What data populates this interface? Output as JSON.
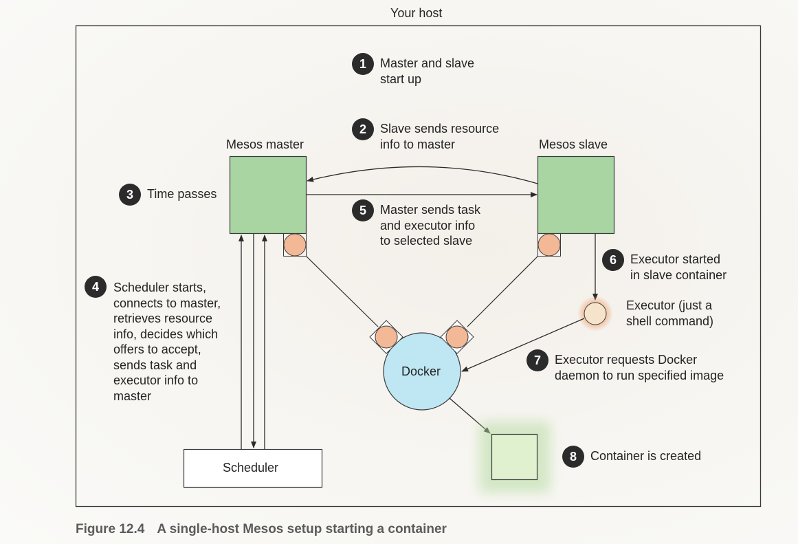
{
  "host_label": "Your host",
  "nodes": {
    "mesos_master": "Mesos master",
    "mesos_slave": "Mesos slave",
    "scheduler": "Scheduler",
    "docker": "Docker",
    "executor": [
      "Executor (just a",
      "shell command)"
    ]
  },
  "steps": [
    {
      "number": "1",
      "lines": [
        "Master and slave",
        "start up"
      ]
    },
    {
      "number": "2",
      "lines": [
        "Slave sends resource",
        "info to master"
      ]
    },
    {
      "number": "3",
      "lines": [
        "Time passes"
      ]
    },
    {
      "number": "4",
      "lines": [
        "Scheduler starts,",
        "connects to master,",
        "retrieves resource",
        "info, decides which",
        "offers to accept,",
        "sends task and",
        "executor info to",
        "master"
      ]
    },
    {
      "number": "5",
      "lines": [
        "Master sends task",
        "and executor info",
        "to selected slave"
      ]
    },
    {
      "number": "6",
      "lines": [
        "Executor started",
        "in slave container"
      ]
    },
    {
      "number": "7",
      "lines": [
        "Executor requests Docker",
        "daemon to run specified image"
      ]
    },
    {
      "number": "8",
      "lines": [
        "Container is created"
      ]
    }
  ],
  "caption": {
    "figure": "Figure 12.4",
    "text": "A single-host Mesos setup starting a container"
  },
  "colors": {
    "node_green": "#a8d5a2",
    "docker_blue": "#bfe6f3",
    "port_orange": "#f3b896",
    "container_green": "#e0f1d0",
    "badge_dark": "#2b2b2b"
  }
}
